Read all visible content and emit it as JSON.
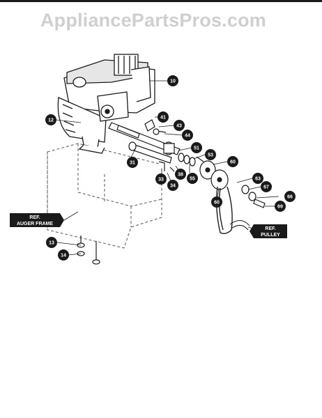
{
  "watermark": "AppliancePartsPros.com",
  "ref_labels": {
    "auger_frame": [
      "REF.",
      "AUGER FRAME"
    ],
    "pulley": [
      "REF.",
      "PULLEY"
    ]
  },
  "callouts": {
    "c10": "10",
    "c12": "12",
    "c41": "41",
    "c43": "43",
    "c44": "44",
    "c31": "31",
    "c51": "51",
    "c53": "53",
    "c60a": "60",
    "c33": "33",
    "c34": "34",
    "c38": "38",
    "c55": "55",
    "c63": "63",
    "c67": "67",
    "c66": "66",
    "c69": "69",
    "c60b": "60",
    "c13": "13",
    "c14": "14"
  },
  "colors": {
    "ink": "#1a1a1a",
    "watermark": "#cfcfcf",
    "dashed": "#555555"
  }
}
